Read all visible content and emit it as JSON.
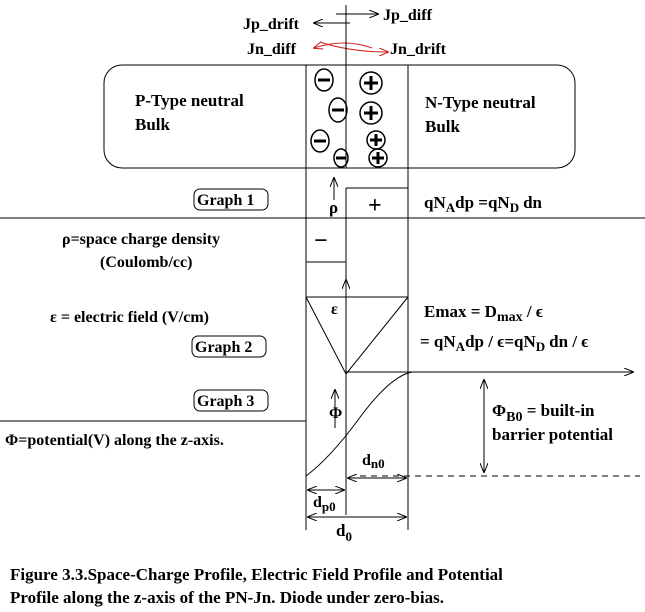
{
  "flux": {
    "jp_drift": "Jp_drift",
    "jp_diff": "Jp_diff",
    "jn_diff_left": "Jn_diff",
    "jn_diff_right": "Jn_drift"
  },
  "bulk": {
    "p_line1": "P-Type neutral",
    "p_line2": "Bulk",
    "n_line1": "N-Type neutral",
    "n_line2": "Bulk"
  },
  "graph1": {
    "button": "Graph 1",
    "rho": "ρ",
    "plus": "+",
    "minus": "−",
    "eq_q1": "qN",
    "eq_a": "A",
    "eq_dp": "dp =qN",
    "eq_d": "D",
    "eq_dn": "dn",
    "desc_line1": "ρ=space charge density",
    "desc_line2": "(Coulomb/cc)"
  },
  "graph2": {
    "button": "Graph 2",
    "eps": "ε",
    "desc": "ε = electric field (V/cm)",
    "emax_pre": "Emax  = D",
    "emax_sub": "max",
    "emax_post": " / ϵ",
    "eq2_pre": "= qN",
    "eq2_a": "A",
    "eq2_mid": "dp / ϵ=qN",
    "eq2_d": "D",
    "eq2_post": "dn / ϵ"
  },
  "graph3": {
    "button": "Graph 3",
    "phi": "Φ",
    "desc": "Φ=potential(V) along the z-axis.",
    "pb_pre": "Φ",
    "pb_sub": "B0",
    "pb_post": " = built-in",
    "pb_line2": "barrier potential"
  },
  "dims": {
    "dn0": "d",
    "dn0_sub": "n0",
    "dp0": "d",
    "dp0_sub": "p0",
    "d0": "d",
    "d0_sub": "0"
  },
  "caption": {
    "line1": "Figure 3.3.Space-Charge Profile, Electric Field Profile and Potential",
    "line2": "Profile along the z-axis of the PN-Jn. Diode under zero-bias."
  },
  "colors": {
    "ink": "#000000",
    "red_arrow": "#d02020"
  }
}
